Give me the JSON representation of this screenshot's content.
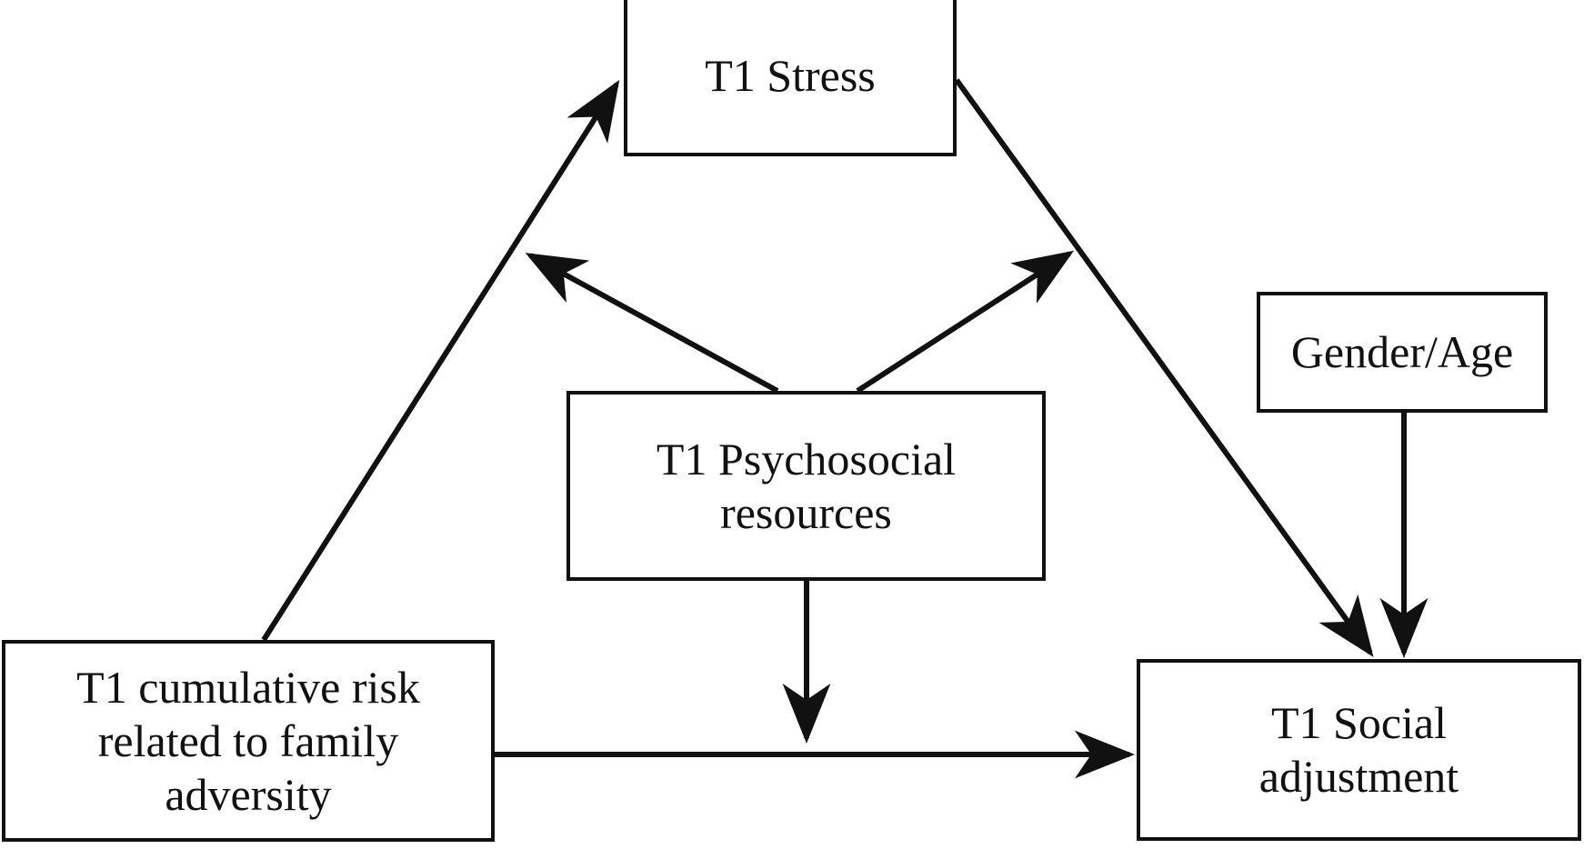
{
  "diagram": {
    "type": "conceptual-path-model",
    "background_color": "#ffffff",
    "line_color": "#111111",
    "nodes": [
      {
        "id": "stress",
        "label": "T1 Stress"
      },
      {
        "id": "gender",
        "label": "Gender/Age"
      },
      {
        "id": "psychosocial",
        "label": "T1 Psychosocial\nresources"
      },
      {
        "id": "risk",
        "label": "T1 cumulative risk\nrelated to family\nadversity"
      },
      {
        "id": "social",
        "label": "T1 Social\nadjustment"
      }
    ],
    "edges": [
      {
        "id": "risk-to-stress",
        "from": "risk",
        "to": "stress",
        "arrow": "single"
      },
      {
        "id": "stress-to-social",
        "from": "stress",
        "to": "social",
        "arrow": "single"
      },
      {
        "id": "risk-to-social",
        "from": "risk",
        "to": "social",
        "arrow": "single"
      },
      {
        "id": "psychosocial-to-social",
        "from": "psychosocial",
        "to": "social",
        "arrow": "single"
      },
      {
        "id": "psychosocial-moderates-risk-stress",
        "from": "psychosocial",
        "to": "risk-to-stress",
        "arrow": "single"
      },
      {
        "id": "psychosocial-moderates-stress-social",
        "from": "psychosocial",
        "to": "stress-to-social",
        "arrow": "single"
      },
      {
        "id": "gender-to-social",
        "from": "gender",
        "to": "social",
        "arrow": "single"
      }
    ]
  }
}
